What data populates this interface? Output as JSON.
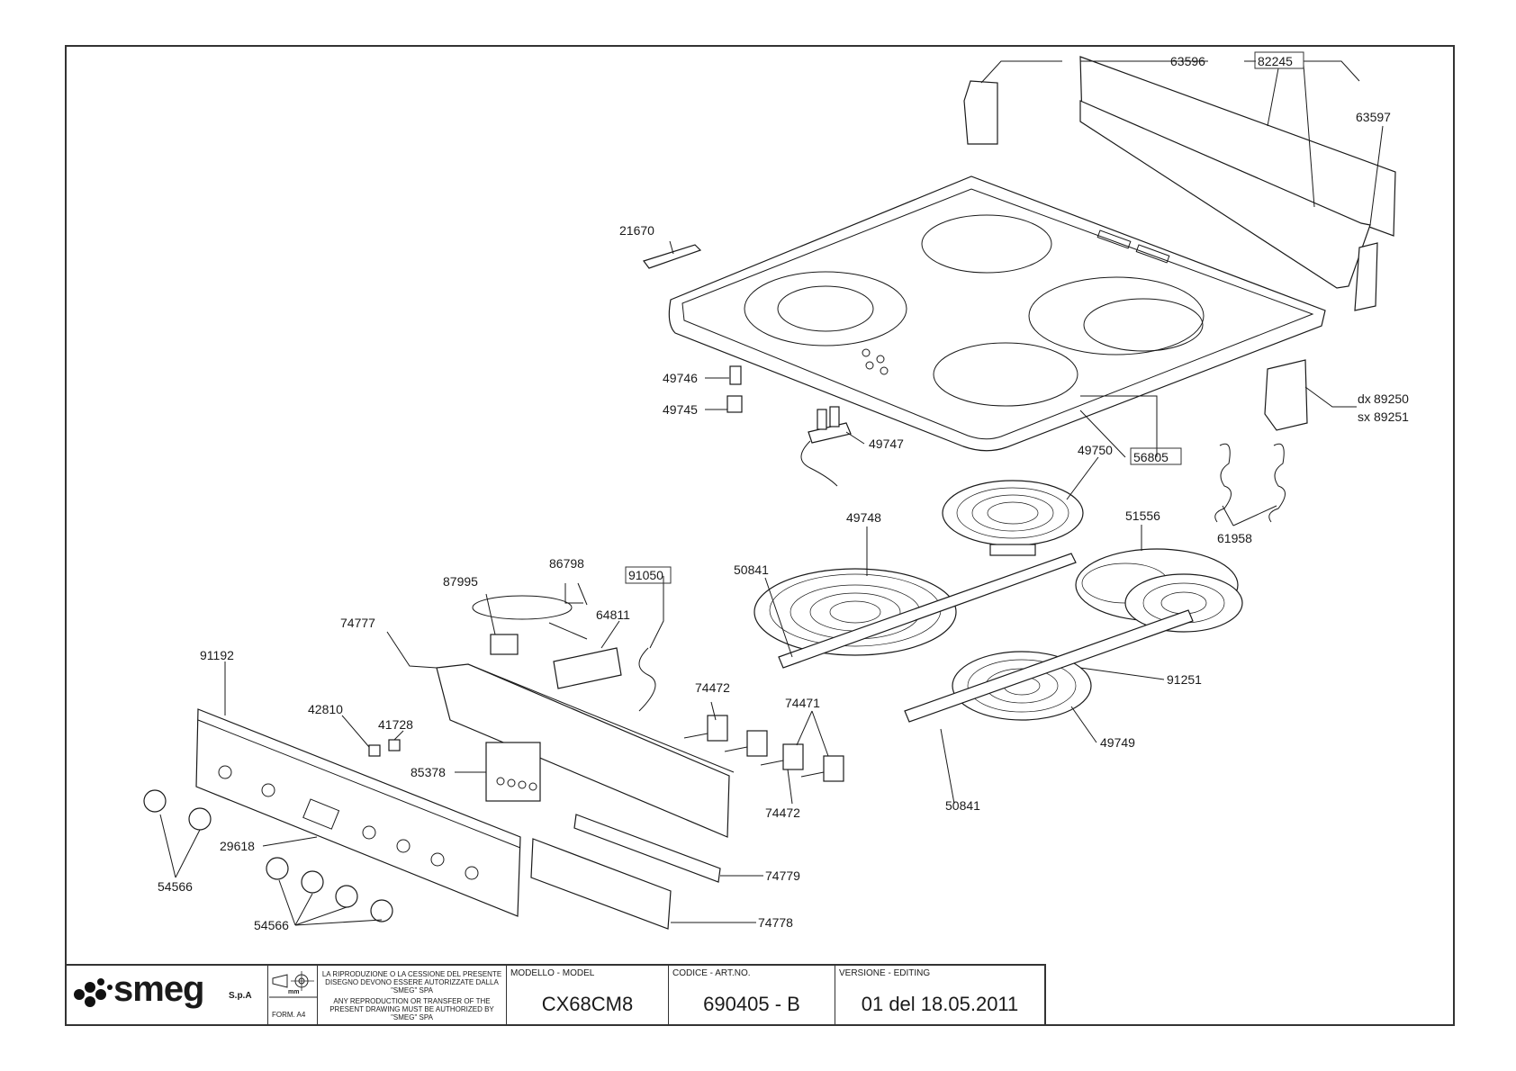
{
  "labels": {
    "p63596": "63596",
    "p82245": "82245",
    "p63597": "63597",
    "p21670": "21670",
    "p49746": "49746",
    "p49745": "49745",
    "p49747": "49747",
    "p56805": "56805",
    "p89250_prefix": "dx",
    "p89250": "89250",
    "p89251_prefix": "sx",
    "p89251": "89251",
    "p49750": "49750",
    "p51556": "51556",
    "p61958": "61958",
    "p49748": "49748",
    "p50841_a": "50841",
    "p50841_b": "50841",
    "p86798": "86798",
    "p91050": "91050",
    "p87995": "87995",
    "p64811": "64811",
    "p74777": "74777",
    "p91192": "91192",
    "p74472_a": "74472",
    "p74472_b": "74472",
    "p74471": "74471",
    "p42810": "42810",
    "p41728": "41728",
    "p85378": "85378",
    "p91251": "91251",
    "p49749": "49749",
    "p29618": "29618",
    "p54566_a": "54566",
    "p54566_b": "54566",
    "p74779": "74779",
    "p74778": "74778"
  },
  "titleblock": {
    "brand": "smeg",
    "brand_suffix": "S.p.A",
    "format": "FORM. A4",
    "unit": "mm",
    "notice_it": "LA RIPRODUZIONE O LA CESSIONE DEL PRESENTE DISEGNO DEVONO ESSERE AUTORIZZATE DALLA \"SMEG\" SPA",
    "notice_en": "ANY REPRODUCTION OR TRANSFER OF THE PRESENT DRAWING MUST BE AUTHORIZED BY \"SMEG\" SPA",
    "model_header": "MODELLO - MODEL",
    "model_value": "CX68CM8",
    "code_header": "CODICE - ART.NO.",
    "code_value": "690405 - B",
    "version_header": "VERSIONE - EDITING",
    "version_value": "01 del 18.05.2011"
  }
}
